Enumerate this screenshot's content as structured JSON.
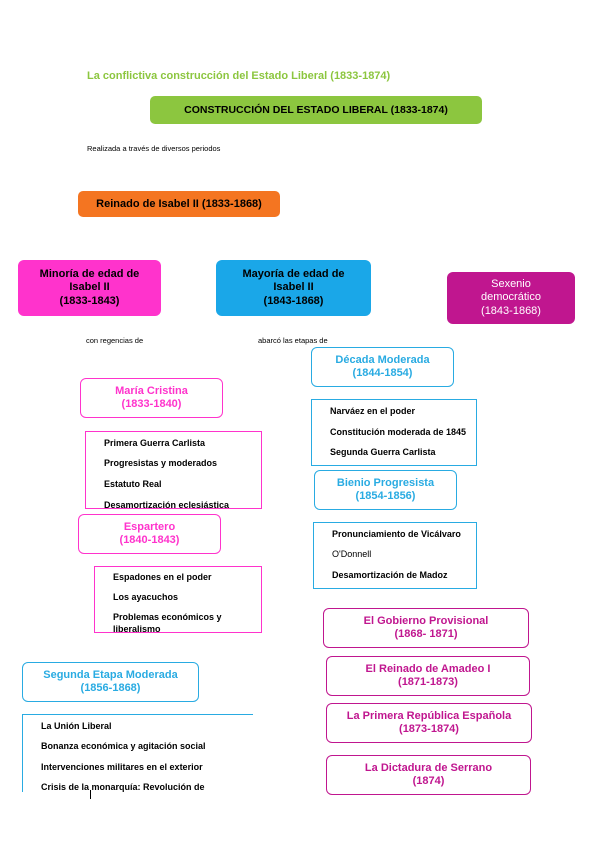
{
  "title": "La conflictiva construcción del Estado Liberal (1833-1874)",
  "banner": "CONSTRUCCIÓN DEL ESTADO LIBERAL (1833-1874)",
  "intro": "Realizada a través de diversos periodos",
  "reinado": "Reinado de Isabel II (1833-1868)",
  "minoria": {
    "line1": "Minoría de edad de",
    "line2": "Isabel II",
    "line3": "(1833-1843)"
  },
  "mayoria": {
    "line1": "Mayoría de edad de",
    "line2": "Isabel II",
    "line3": "(1843-1868)"
  },
  "sexenio": {
    "line1": "Sexenio",
    "line2": "democrático",
    "line3": "(1843-1868)"
  },
  "connector_left": "con regencias de",
  "connector_mid": "abarcó las etapas de",
  "maria_cristina": {
    "name": "María Cristina",
    "dates": "(1833-1840)",
    "items": [
      "Primera Guerra Carlista",
      "Progresistas y moderados",
      "Estatuto Real",
      "Desamortización eclesiástica"
    ]
  },
  "espartero": {
    "name": "Espartero",
    "dates": "(1840-1843)",
    "items": [
      "Espadones en el poder",
      "Los ayacuchos",
      "Problemas económicos y",
      "liberalismo"
    ]
  },
  "segunda_etapa": {
    "name": "Segunda Etapa Moderada",
    "dates": "(1856-1868)",
    "items": [
      "La Unión Liberal",
      "Bonanza económica y agitación social",
      "Intervenciones militares en el exterior",
      "Crisis de la monarquía: Revolución de"
    ]
  },
  "decada": {
    "name": "Década Moderada",
    "dates": "(1844-1854)",
    "items": [
      "Narváez en el poder",
      "Constitución moderada de 1845",
      "Segunda Guerra Carlista"
    ]
  },
  "bienio": {
    "name": "Bienio Progresista",
    "dates": "(1854-1856)",
    "items": [
      "Pronunciamiento de Vicálvaro",
      "O'Donnell",
      "Desamortización de Madoz"
    ]
  },
  "gobierno": {
    "name": "El Gobierno Provisional",
    "dates": "(1868- 1871)"
  },
  "amadeo": {
    "name": "El Reinado de Amadeo I",
    "dates": "(1871-1873)"
  },
  "republica": {
    "name": "La Primera República Española",
    "dates": "(1873-1874)"
  },
  "serrano": {
    "name": "La Dictadura de Serrano",
    "dates": "(1874)"
  },
  "colors": {
    "green": "#8cc63f",
    "orange": "#f47521",
    "pink": "#ff33cc",
    "cyan": "#29abe2",
    "magenta": "#c0168f"
  }
}
